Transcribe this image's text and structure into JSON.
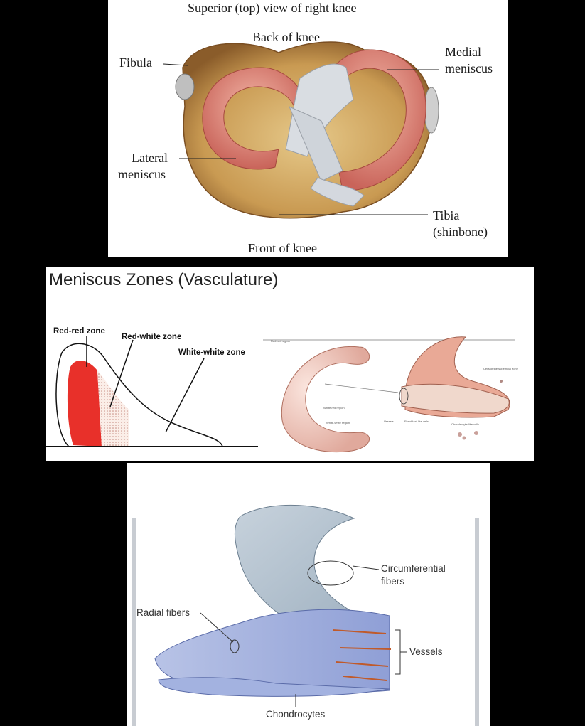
{
  "panel1": {
    "title": "Superior (top) view of right knee",
    "back": "Back of knee",
    "front": "Front of knee",
    "fibula": "Fibula",
    "medial_1": "Medial",
    "medial_2": "meniscus",
    "lateral_1": "Lateral",
    "lateral_2": "meniscus",
    "tibia_1": "Tibia",
    "tibia_2": "(shinbone)"
  },
  "panel2": {
    "title": "Meniscus Zones (Vasculature)",
    "red_red": "Red-red zone",
    "red_white": "Red-white zone",
    "white_white": "White-white zone",
    "tiny": {
      "red_red_region": "Red-red region",
      "white_red_region": "White-red region",
      "white_white_region": "White-white region",
      "vessels": "Vessels",
      "fibroblast": "Fibroblast-like cells",
      "chondrocyte": "Chondrocyte-like cells",
      "superficial": "Cells of the superficial zone"
    },
    "colors": {
      "red_zone": "#e8302a"
    }
  },
  "panel3": {
    "circumferential_1": "Circumferential",
    "circumferential_2": "fibers",
    "radial": "Radial fibers",
    "vessels": "Vessels",
    "chondrocytes": "Chondrocytes"
  }
}
